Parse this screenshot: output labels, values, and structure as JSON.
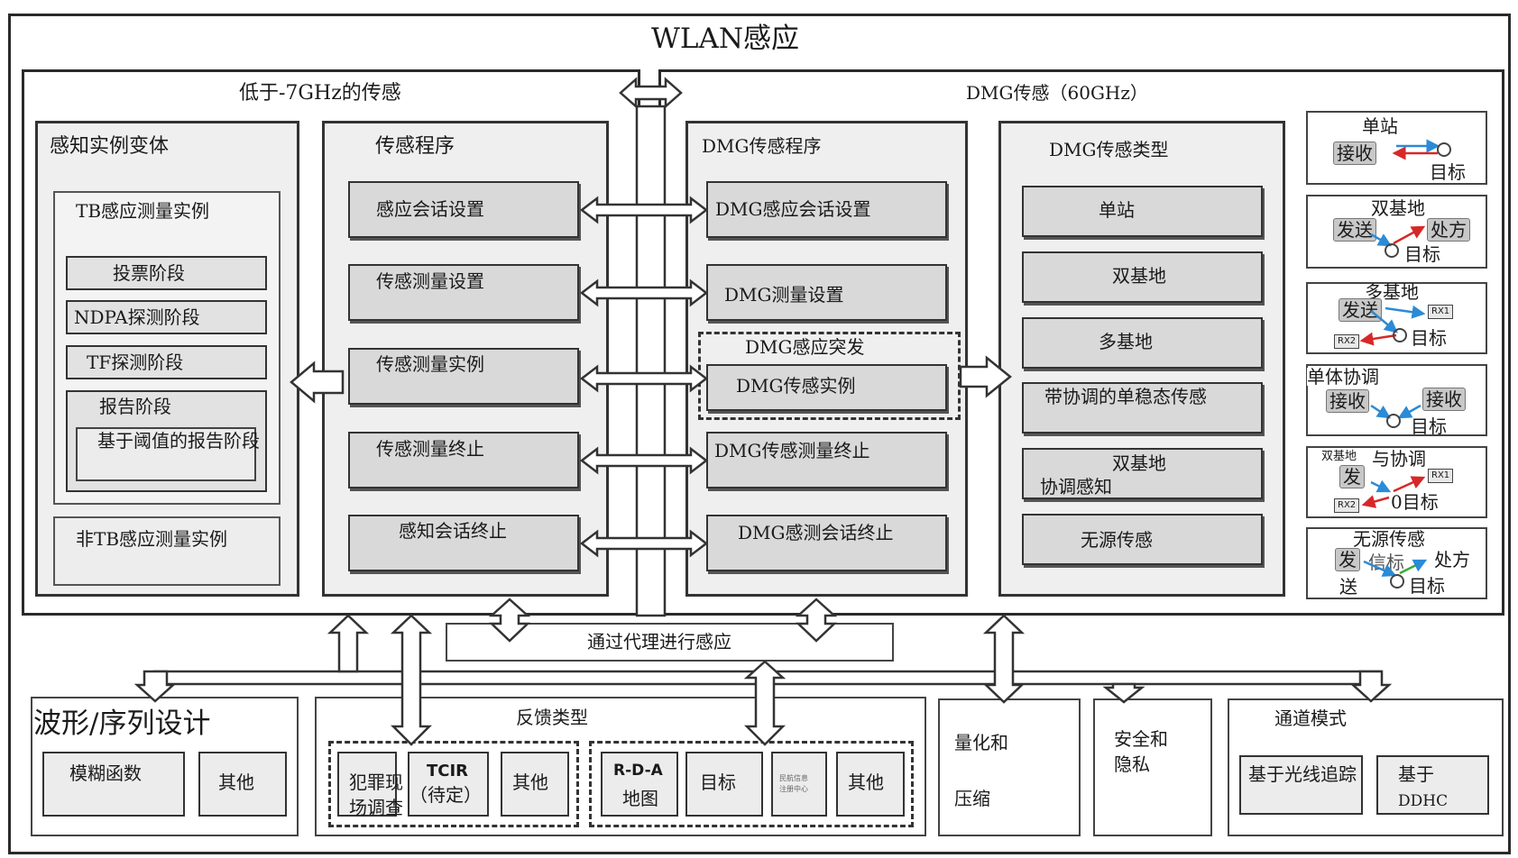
{
  "title": "WLAN感应",
  "sub7": {
    "title": "低于-7GHz的传感",
    "variants": {
      "title": "感知实例变体",
      "tb": {
        "title": "TB感应测量实例",
        "phases": [
          "投票阶段",
          "NDPA探测阶段",
          "TF探测阶段"
        ],
        "report": "报告阶段",
        "threshold": "基于阈值的报告阶段"
      },
      "non_tb": "非TB感应测量实例"
    },
    "procedure": {
      "title": "传感程序",
      "steps": [
        "感应会话设置",
        "传感测量设置",
        "传感测量实例",
        "传感测量终止",
        "感知会话终止"
      ]
    }
  },
  "dmg": {
    "title": "DMG传感（60GHz）",
    "procedure": {
      "title": "DMG传感程序",
      "steps": [
        "DMG感应会话设置",
        "DMG测量设置",
        "DMG传感实例",
        "DMG传感测量终止",
        "DMG感测会话终止"
      ],
      "burst": "DMG感应突发"
    },
    "types": {
      "title": "DMG传感类型",
      "items": [
        "单站",
        "双基地",
        "多基地",
        "带协调的单稳态传感"
      ],
      "coord_a": "双基地",
      "coord_b": "协调感知",
      "passive": "无源传感"
    },
    "illustrations": {
      "mono": {
        "title": "单站",
        "rx": "接收",
        "target": "目标"
      },
      "bi": {
        "title": "双基地",
        "tx": "发送",
        "rx": "处方",
        "target": "目标"
      },
      "multi": {
        "title": "多基地",
        "tx": "发送",
        "rx1": "RX1",
        "rx2": "RX2",
        "target": "目标"
      },
      "coord_mono": {
        "title": "单体协调",
        "rx": "接收",
        "rx2": "接收",
        "target": "目标"
      },
      "coord_bi": {
        "title_small": "双基地",
        "title": "与协调",
        "tx": "发",
        "rx1": "RX1",
        "rx2": "RX2",
        "target": "0目标"
      },
      "passive": {
        "title": "无源传感",
        "tx": "发",
        "tx2": "送",
        "beacon": "信标",
        "rx": "处方",
        "target": "目标"
      }
    }
  },
  "proxy": "通过代理进行感应",
  "waveform": {
    "title": "波形/序列设计",
    "items": [
      "模糊函数",
      "其他"
    ]
  },
  "feedback": {
    "title": "反馈类型",
    "group1": {
      "crime_a": "犯罪现",
      "crime_b": "场调查",
      "tcir_a": "TCIR",
      "tcir_b": "（待定）",
      "other": "其他"
    },
    "group2": {
      "rda_a": "R-D-A",
      "rda_b": "地图",
      "target": "目标",
      "small_a": "民航信息",
      "small_b": "注册中心",
      "other": "其他"
    }
  },
  "quant": {
    "a": "量化和",
    "b": "压缩"
  },
  "security": {
    "a": "安全和",
    "b": "隐私"
  },
  "channel": {
    "title": "通道模式",
    "ray": "基于光线追踪",
    "ddhc_a": "基于",
    "ddhc_b": "DDHC"
  },
  "colors": {
    "blue": "#2b8bd6",
    "red": "#d62828",
    "green": "#3aaa35"
  }
}
